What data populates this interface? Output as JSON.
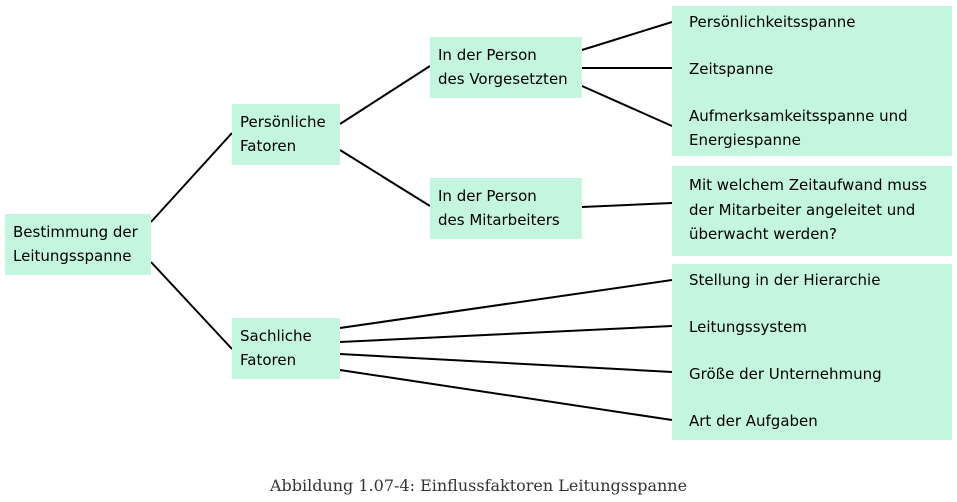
{
  "root": {
    "line1": "Bestimmung der",
    "line2": "Leitungsspanne"
  },
  "persoenlich": {
    "line1": "Persönliche",
    "line2": "Fatoren"
  },
  "sachlich": {
    "line1": "Sachliche",
    "line2": "Fatoren"
  },
  "vorgesetzter": {
    "line1": "In der Person",
    "line2": "des Vorgesetzten"
  },
  "mitarbeiter": {
    "line1": "In der Person",
    "line2": "des Mitarbeiters"
  },
  "vorgesetzter_items": [
    "Persönlichkeitsspanne",
    "Zeitspanne",
    "Aufmerksamkeitsspanne und",
    "Energiespanne"
  ],
  "mitarbeiter_items": [
    "Mit welchem Zeitaufwand muss",
    "der Mitarbeiter angeleitet und",
    "überwacht werden?"
  ],
  "sachlich_items": [
    "Stellung in der Hierarchie",
    "Leitungssystem",
    "Größe der Unternehmung",
    "Art der Aufgaben"
  ],
  "caption": "Abbildung 1.07-4: Einflussfaktoren Leitungsspanne",
  "colors": {
    "box": "#c3f5df",
    "line": "#000000"
  }
}
